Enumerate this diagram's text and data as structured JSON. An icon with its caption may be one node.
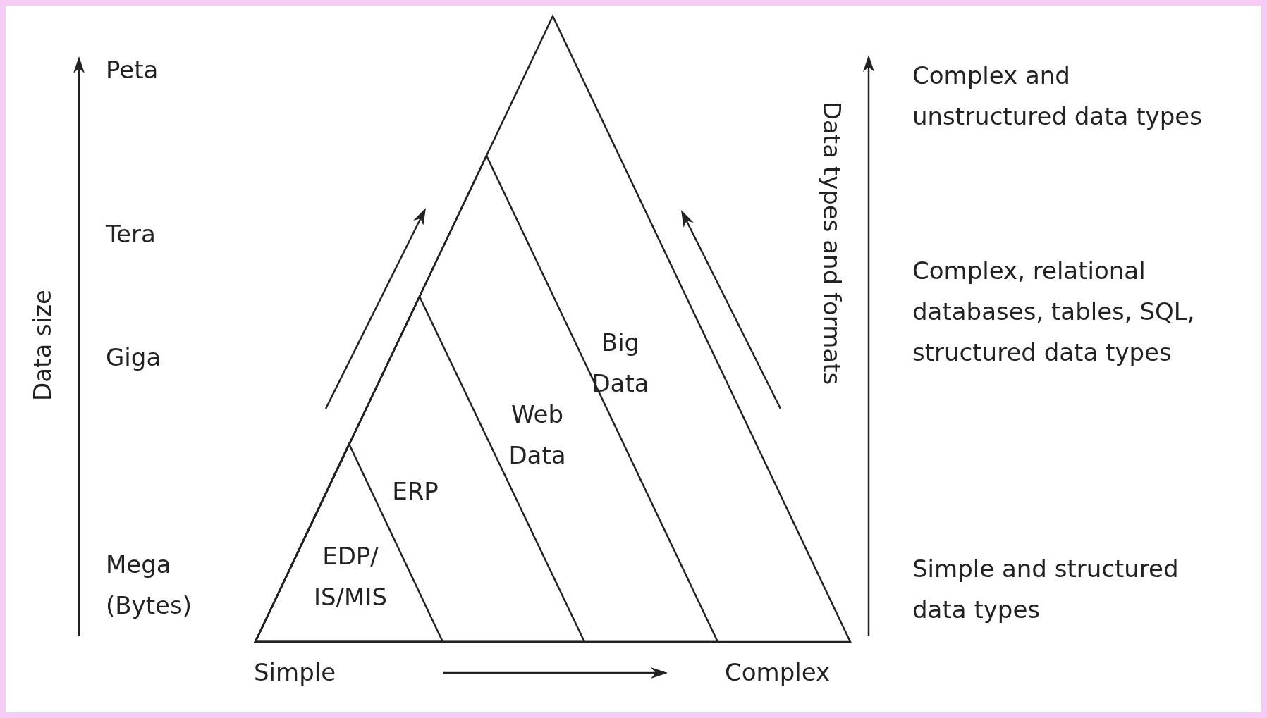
{
  "diagram": {
    "nodes": [
      {
        "text": [
          "Big Data"
        ]
      },
      {
        "text": [
          "Web Data"
        ],
        "in": 0
      },
      {
        "text": [
          "ERP"
        ],
        "in": 1
      },
      {
        "text": [
          "EDP/ IS/MIS"
        ],
        "in": 2
      }
    ],
    "labels": [
      "Peta",
      "Tera",
      "Giga",
      "Mega (Bytes)",
      "Data size",
      "Simple",
      "Complex",
      "Data types and formats",
      "Complex and unstructured data types",
      "Complex, relational databases, tables, SQL, structured data types",
      "Simple and structured data types"
    ]
  }
}
